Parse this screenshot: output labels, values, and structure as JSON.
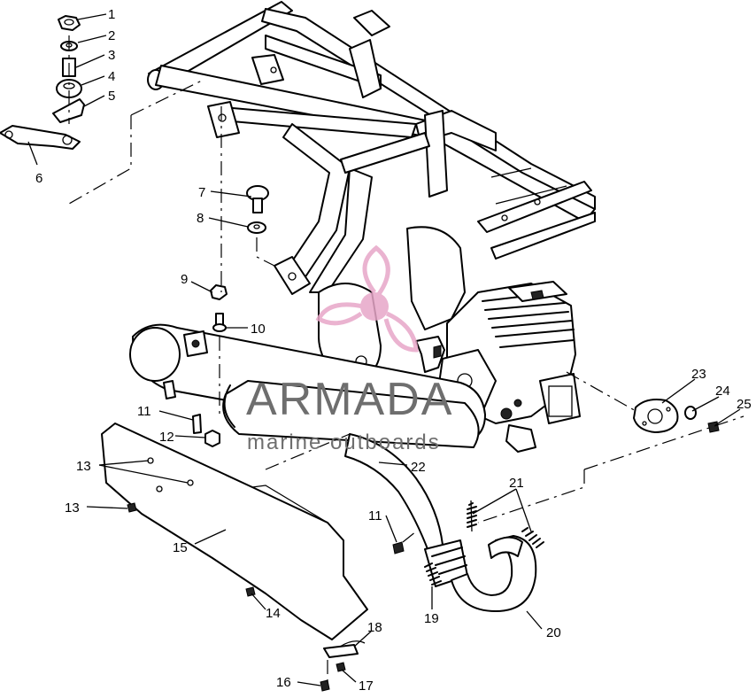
{
  "watermark": {
    "brand": "ARMADA",
    "tagline": "marine outboards",
    "logo_color": "#e7a6c8"
  },
  "callouts": [
    {
      "id": "c1",
      "label": "1"
    },
    {
      "id": "c2",
      "label": "2"
    },
    {
      "id": "c3",
      "label": "3"
    },
    {
      "id": "c4",
      "label": "4"
    },
    {
      "id": "c5",
      "label": "5"
    },
    {
      "id": "c6",
      "label": "6"
    },
    {
      "id": "c7",
      "label": "7"
    },
    {
      "id": "c8",
      "label": "8"
    },
    {
      "id": "c9",
      "label": "9"
    },
    {
      "id": "c10",
      "label": "10"
    },
    {
      "id": "c11a",
      "label": "11"
    },
    {
      "id": "c12",
      "label": "12"
    },
    {
      "id": "c13a",
      "label": "13"
    },
    {
      "id": "c13b",
      "label": "13"
    },
    {
      "id": "c15",
      "label": "15"
    },
    {
      "id": "c11b",
      "label": "11"
    },
    {
      "id": "c22",
      "label": "22"
    },
    {
      "id": "c21",
      "label": "21"
    },
    {
      "id": "c14",
      "label": "14"
    },
    {
      "id": "c19",
      "label": "19"
    },
    {
      "id": "c20",
      "label": "20"
    },
    {
      "id": "c18",
      "label": "18"
    },
    {
      "id": "c16",
      "label": "16"
    },
    {
      "id": "c17",
      "label": "17"
    },
    {
      "id": "c23",
      "label": "23"
    },
    {
      "id": "c24",
      "label": "24"
    },
    {
      "id": "c25",
      "label": "25"
    }
  ]
}
